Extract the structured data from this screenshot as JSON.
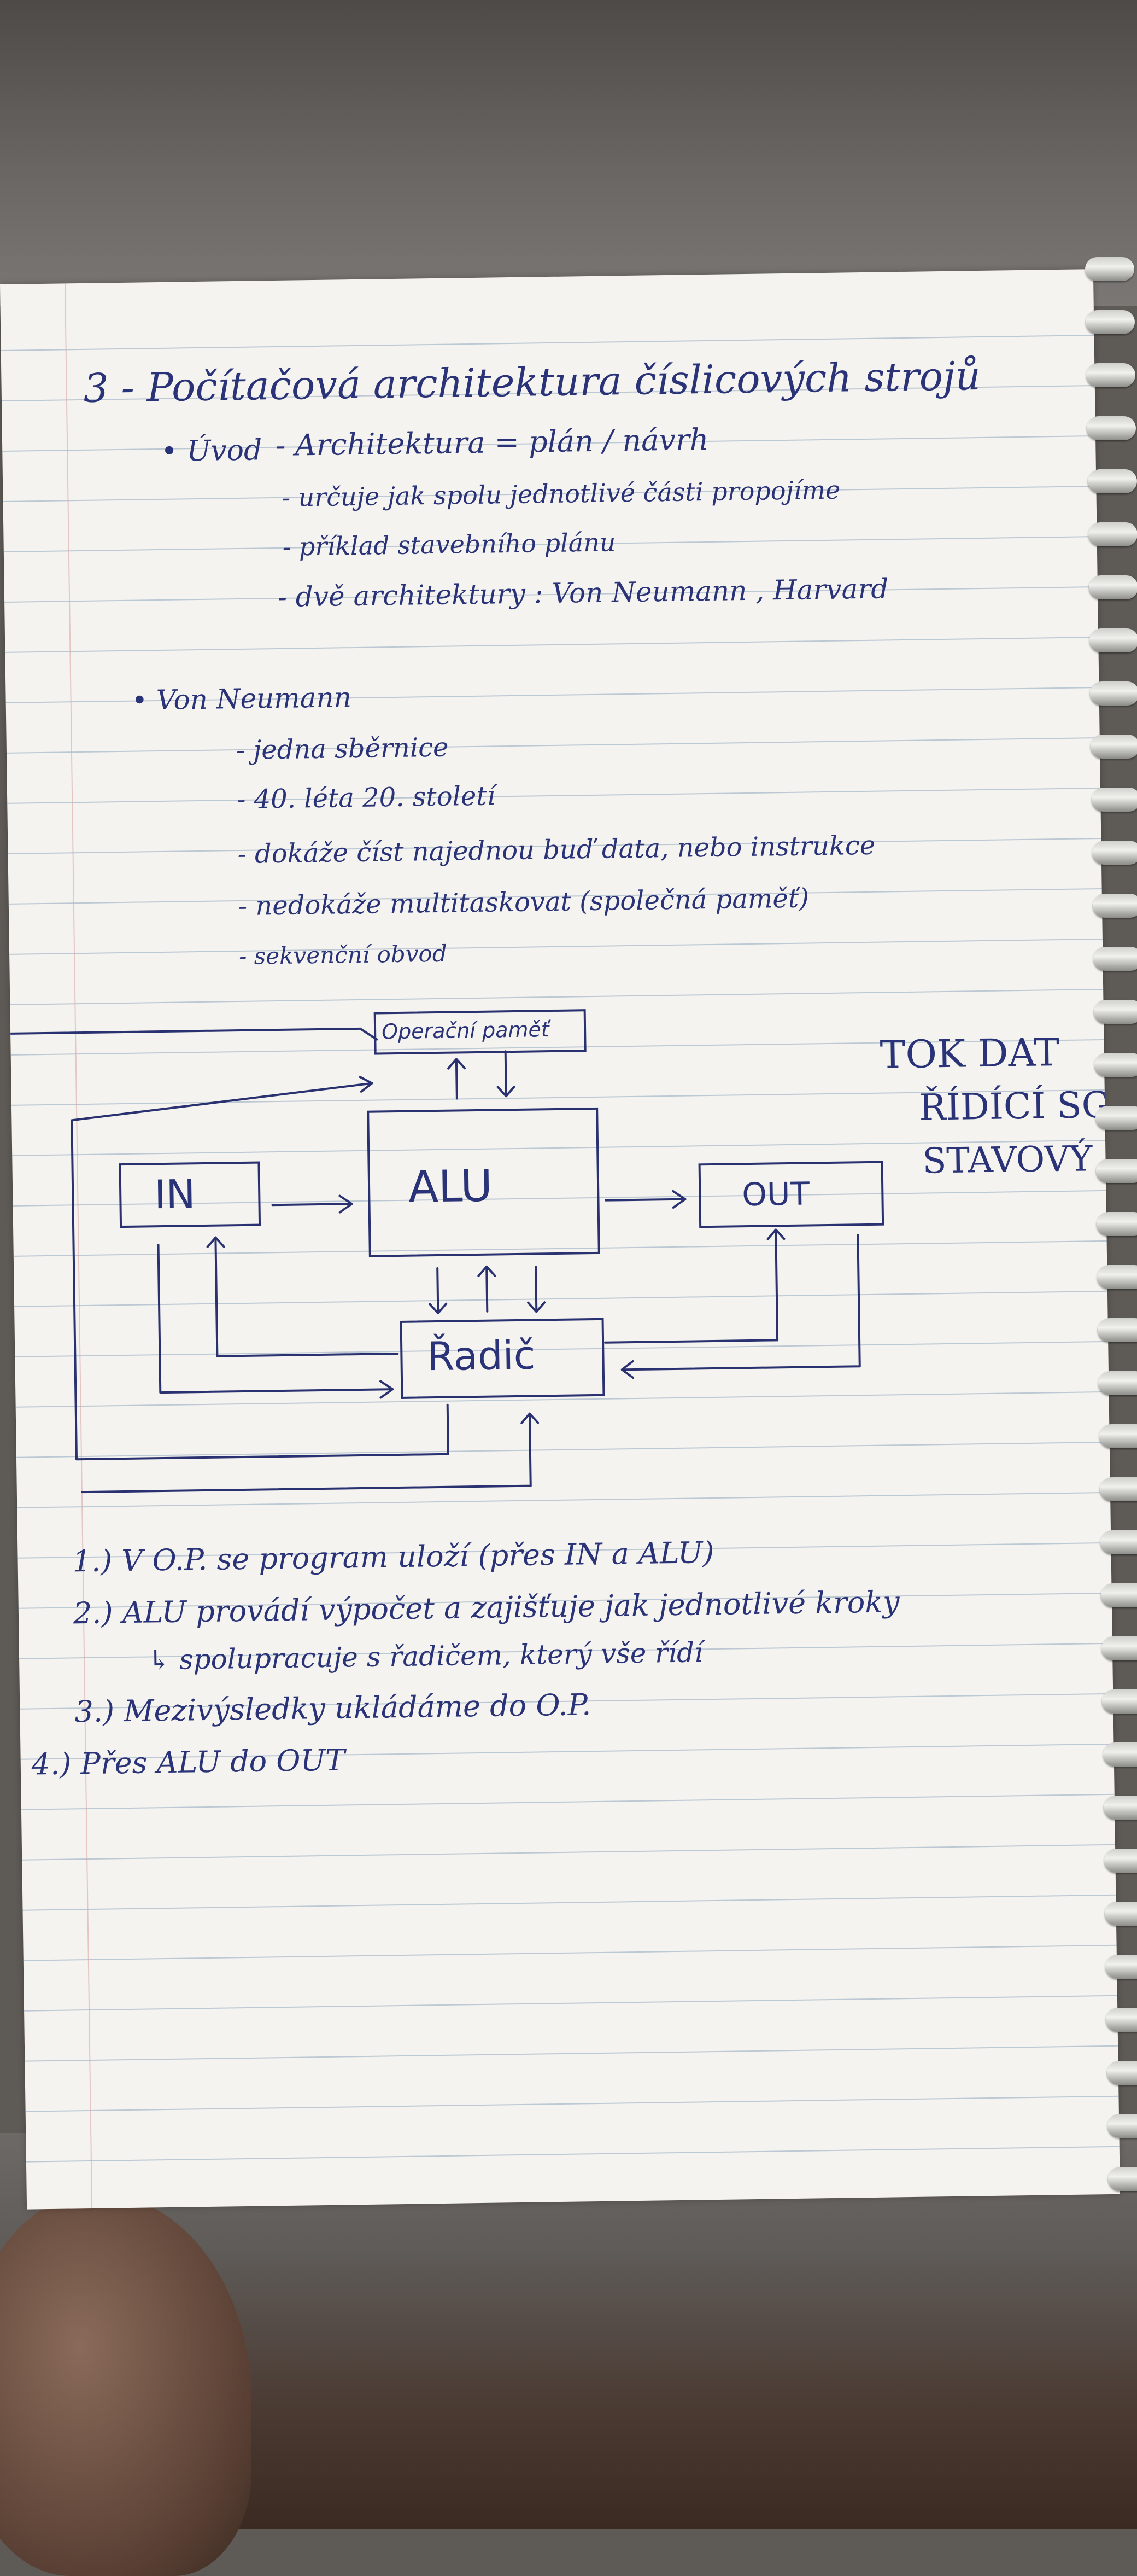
{
  "title": "3 - Počítačová architektura číslicových strojů",
  "intro": {
    "label": "• Úvod",
    "lines": [
      "- Architektura = plán / návrh",
      "- určuje jak spolu jednotlivé části propojíme",
      "- příklad stavebního plánu",
      "- dvě architektury : Von Neumann , Harvard"
    ]
  },
  "von_neumann": {
    "label": "• Von Neumann",
    "lines": [
      "- jedna sběrnice",
      "- 40. léta 20. století",
      "- dokáže číst najednou buď data, nebo instrukce",
      "- nedokáže multitaskovat (společná paměť)",
      "- sekvenční obvod"
    ]
  },
  "diagram": {
    "memory": "Operační paměť",
    "alu": "ALU",
    "input": "IN",
    "output": "OUT",
    "controller": "Řadič"
  },
  "legend": [
    "TOK DAT",
    "ŘÍDÍCÍ SG",
    "STAVOVÝ SIG"
  ],
  "steps": [
    "1.) V O.P. se program uloží (přes IN a ALU)",
    "2.) ALU provádí výpočet a zajišťuje jak jednotlivé kroky",
    "↳ spolupracuje s řadičem, který vše řídí",
    "3.) Mezivýsledky ukládáme do O.P.",
    "4.) Přes ALU do OUT"
  ],
  "colors": {
    "ink": "#2a3378",
    "paper": "#f4f3ef",
    "rule": "#a9b9c9"
  }
}
